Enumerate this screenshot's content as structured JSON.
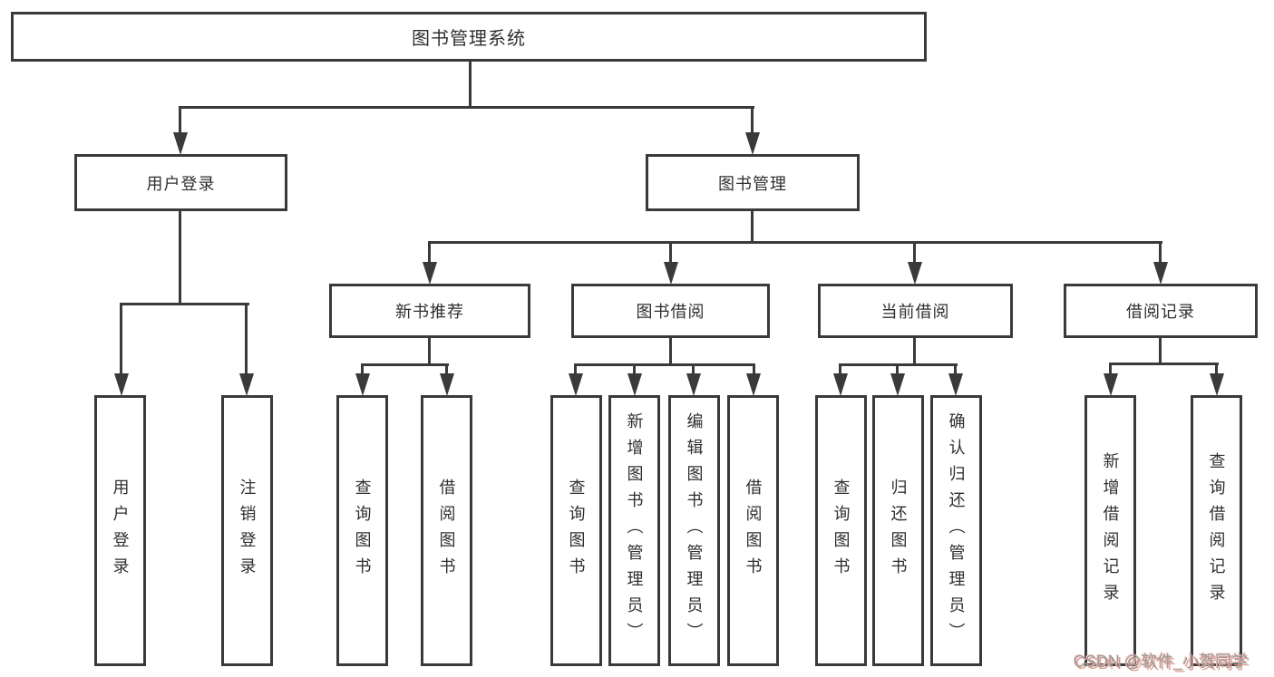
{
  "diagram": {
    "root": {
      "label": "图书管理系统"
    },
    "branches": {
      "user_login": {
        "label": "用户登录"
      },
      "book_management": {
        "label": "图书管理"
      }
    },
    "modules": {
      "new_book_recommend": {
        "label": "新书推荐"
      },
      "book_borrowing": {
        "label": "图书借阅"
      },
      "current_borrowing": {
        "label": "当前借阅"
      },
      "borrowing_records": {
        "label": "借阅记录"
      }
    },
    "leaves": {
      "user_login": {
        "label": "用户登录"
      },
      "logout": {
        "label": "注销登录"
      },
      "nb_query_books": {
        "label": "查询图书"
      },
      "nb_borrow_books": {
        "label": "借阅图书"
      },
      "bb_query_books": {
        "label": "查询图书"
      },
      "bb_add_books": {
        "label": "新增图书（管理员）"
      },
      "bb_edit_books": {
        "label": "编辑图书（管理员）"
      },
      "bb_borrow_books": {
        "label": "借阅图书"
      },
      "cb_query_books": {
        "label": "查询图书"
      },
      "cb_return_books": {
        "label": "归还图书"
      },
      "cb_confirm_return": {
        "label": "确认归还（管理员）"
      },
      "br_add_record": {
        "label": "新增借阅记录"
      },
      "br_query_record": {
        "label": "查询借阅记录"
      }
    },
    "watermark": "CSDN @软件_小贺同学"
  },
  "colors": {
    "line": "#3a3a3a",
    "text": "#2f2f2f",
    "background": "#ffffff",
    "watermark_text": "#9b9b9b",
    "watermark_shadow": "#e0998b"
  }
}
